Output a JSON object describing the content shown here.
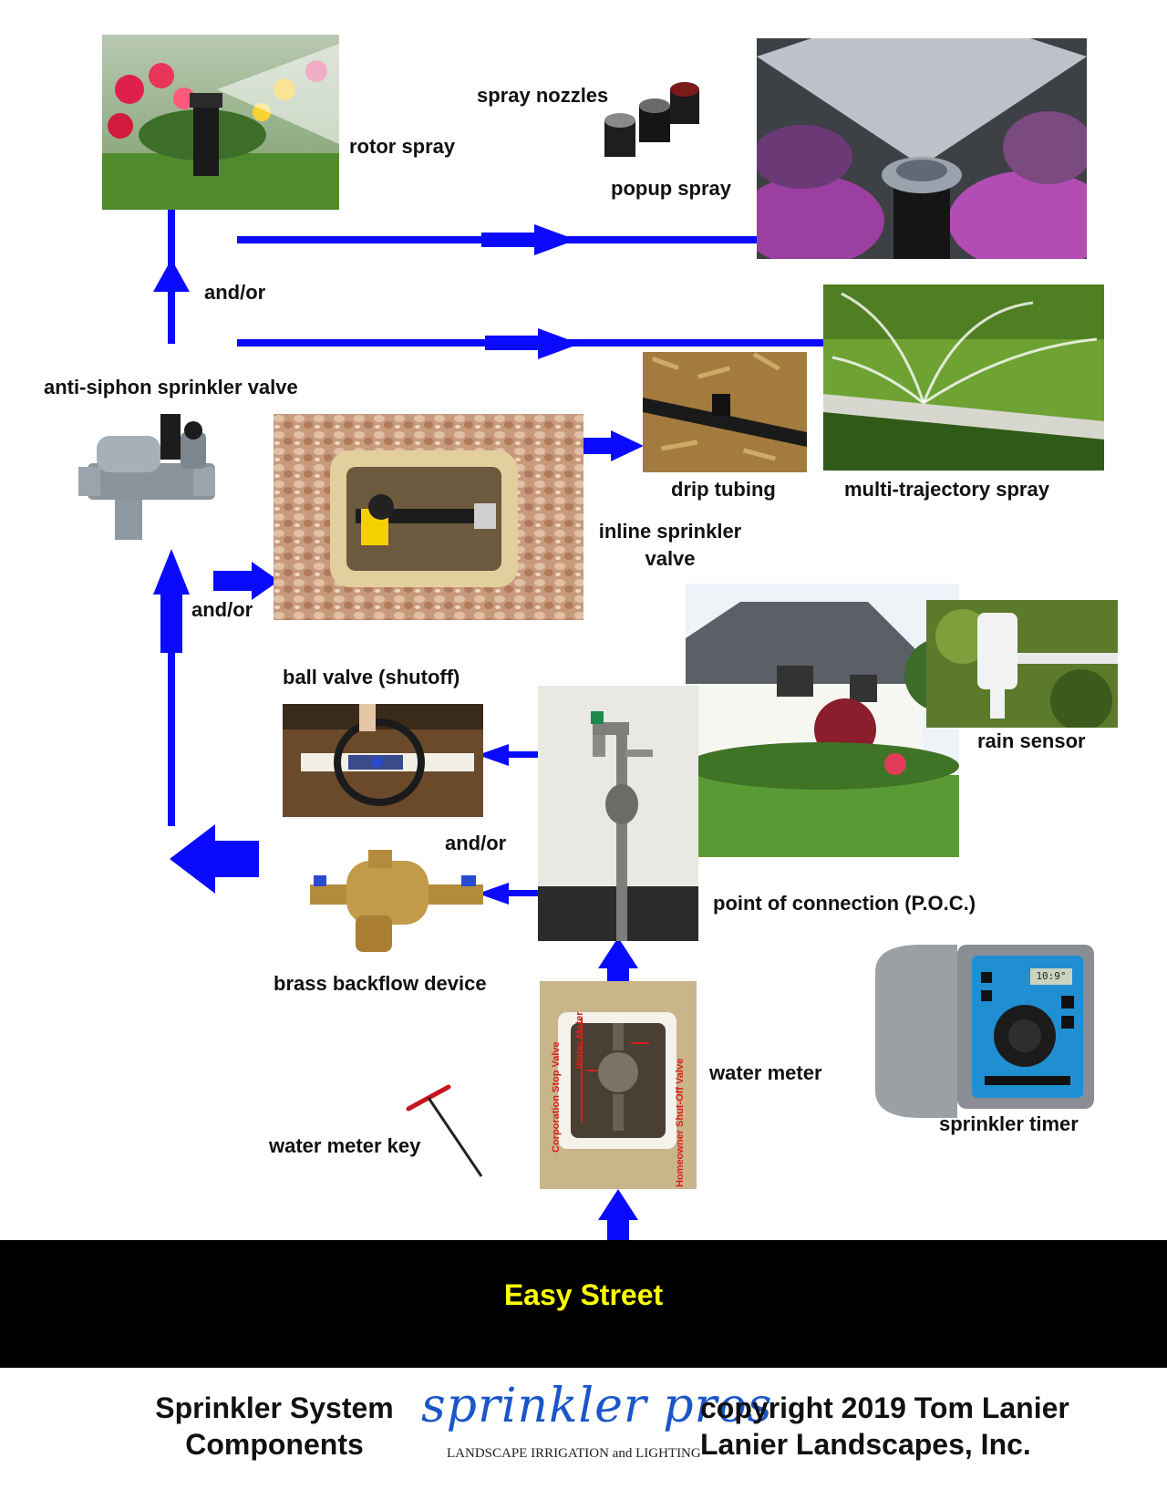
{
  "labels": {
    "rotor_spray": "rotor spray",
    "spray_nozzles": "spray nozzles",
    "popup_spray": "popup spray",
    "and_or_1": "and/or",
    "anti_siphon_valve": "anti-siphon sprinkler valve",
    "drip_tubing": "drip tubing",
    "multi_trajectory_spray": "multi-trajectory spray",
    "inline_valve_line1": "inline sprinkler",
    "inline_valve_line2": "valve",
    "and_or_2": "and/or",
    "ball_valve": "ball valve (shutoff)",
    "rain_sensor": "rain sensor",
    "and_or_3": "and/or",
    "poc": "point of connection (P.O.C.)",
    "backflow": "brass backflow device",
    "water_meter": "water meter",
    "sprinkler_timer": "sprinkler timer",
    "water_meter_key": "water meter key"
  },
  "meter_callouts": {
    "corporation_stop": "Corporation Stop Valve",
    "water_meter": "Water Meter",
    "homeowner_shutoff": "Homeowner Shut-Off Valve"
  },
  "timer_display": "10:9°",
  "street": {
    "name": "Easy Street"
  },
  "footer": {
    "title_line1": "Sprinkler System",
    "title_line2": "Components",
    "logo_text": "sprinkler pros",
    "logo_tagline": "LANDSCAPE IRRIGATION and LIGHTING",
    "copyright_line1": "copyright 2019 Tom Lanier",
    "copyright_line2": "Lanier Landscapes, Inc."
  },
  "colors": {
    "arrow": "#0a0aff",
    "street": "#000000",
    "street_text": "#ffff00",
    "logo": "#1a56c9",
    "callout_red": "#d81e1e"
  },
  "icons": [
    "rotor-spray-photo",
    "spray-nozzles-photo",
    "popup-spray-photo",
    "multi-trajectory-photo",
    "anti-siphon-valve-photo",
    "inline-valve-box-photo",
    "drip-tubing-photo",
    "house-photo",
    "rain-sensor-photo",
    "ball-valve-photo",
    "poc-spigot-photo",
    "backflow-device-photo",
    "water-meter-box-photo",
    "meter-key-icon",
    "sprinkler-timer-photo"
  ]
}
